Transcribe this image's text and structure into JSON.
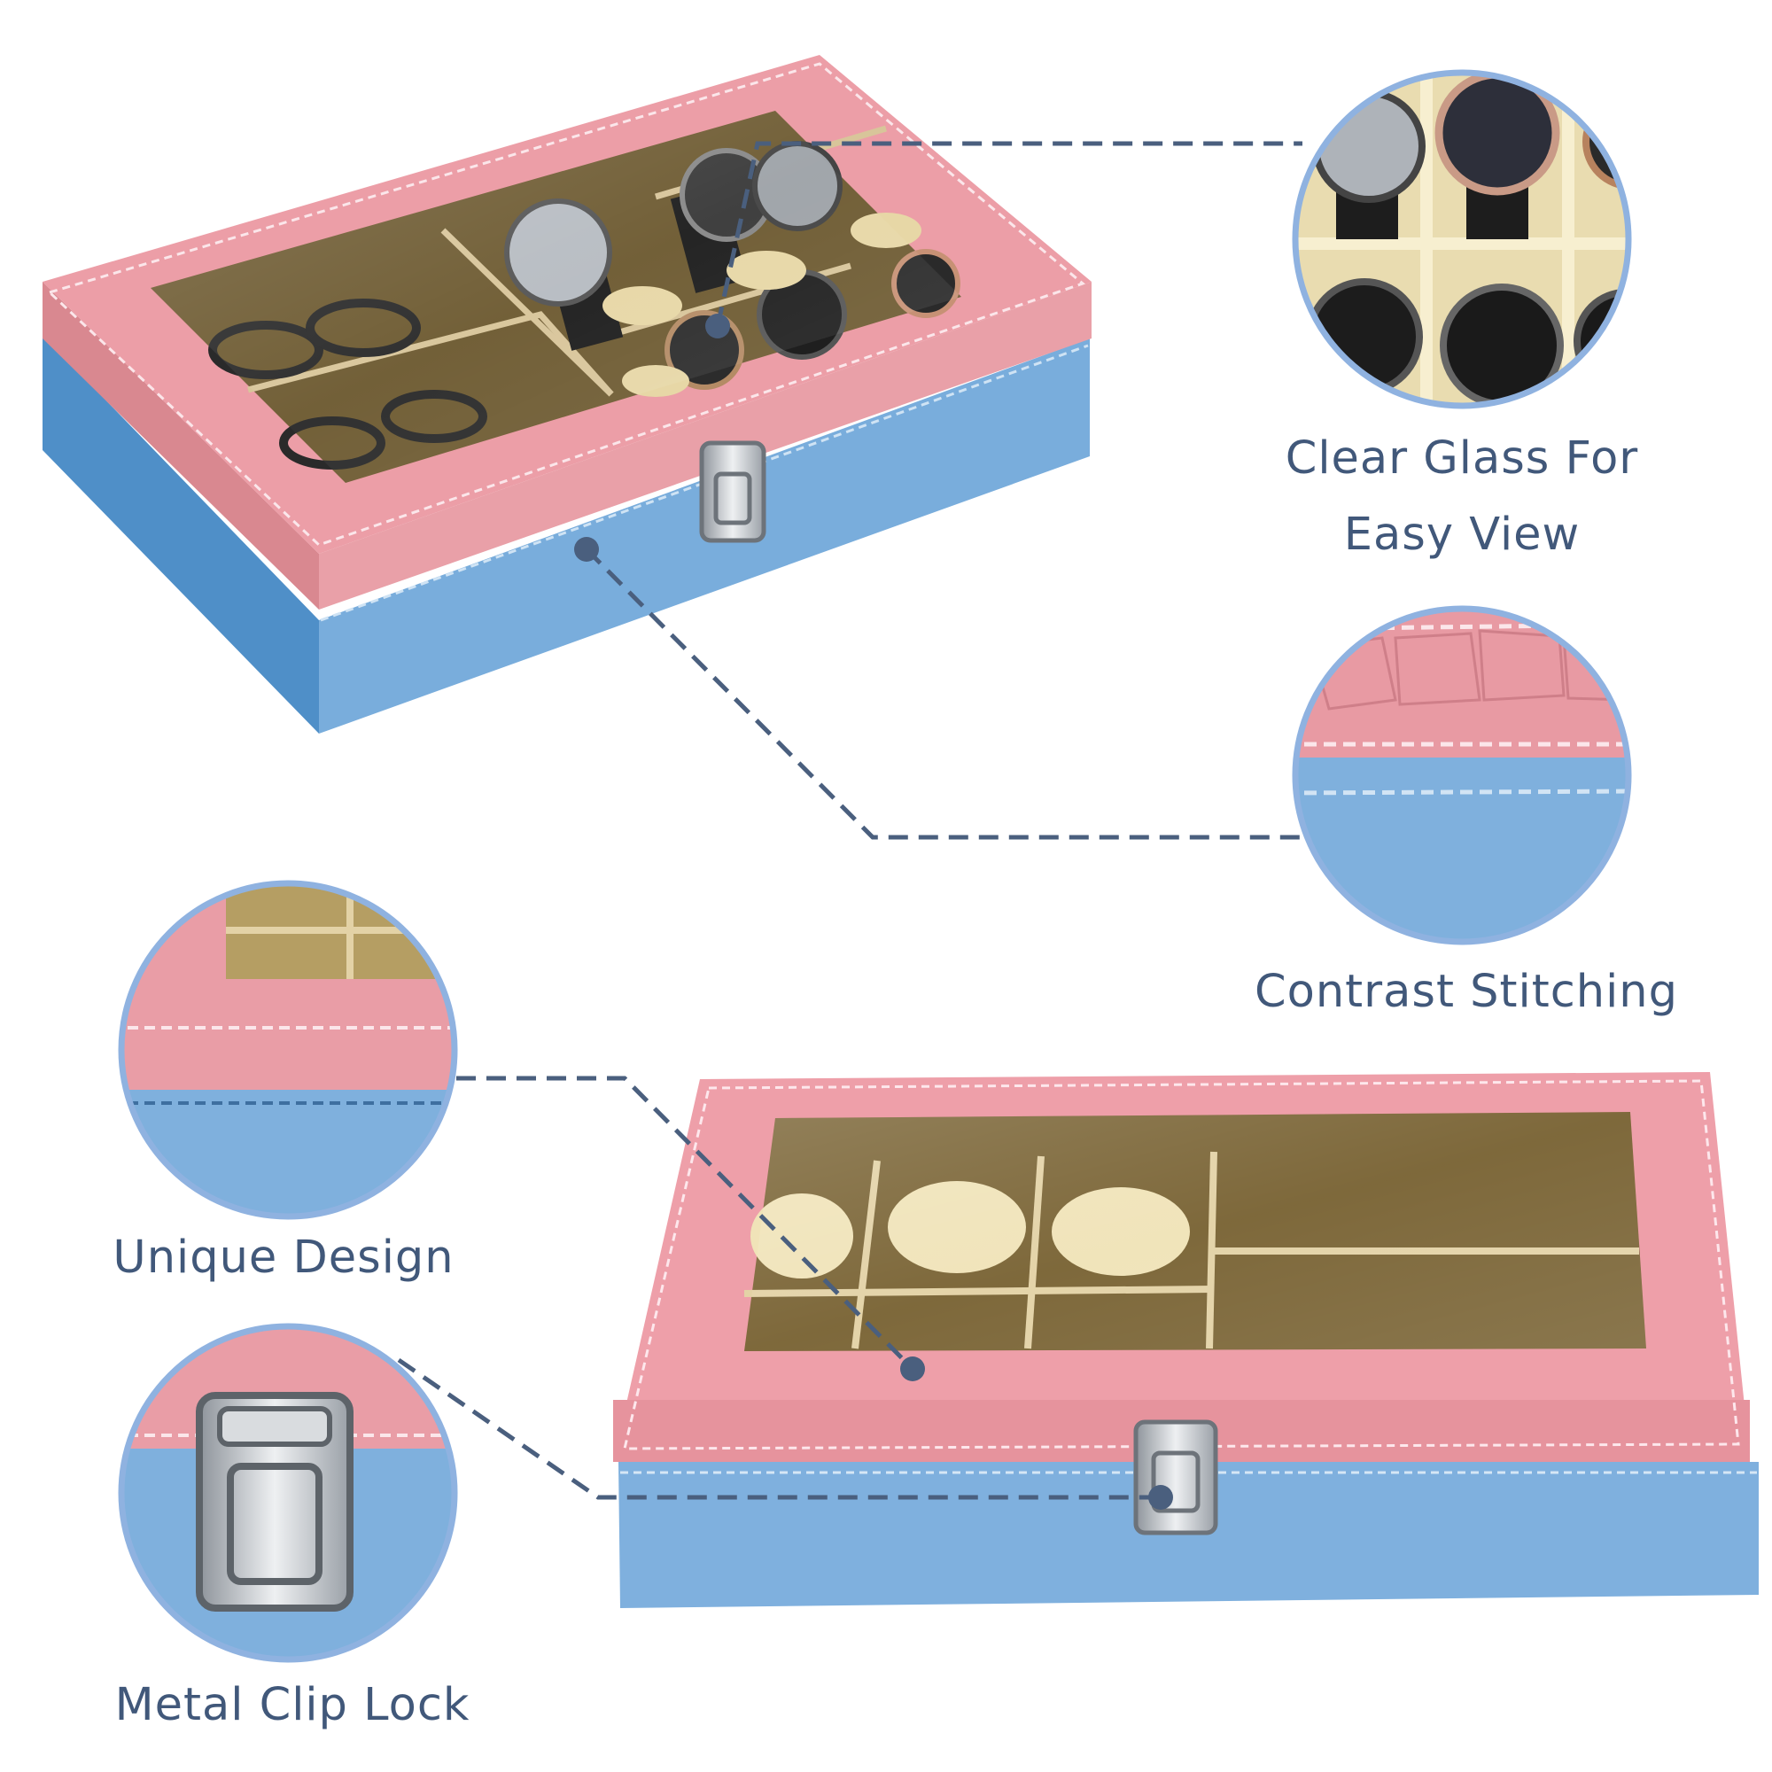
{
  "features": {
    "clear_glass": {
      "line1": "Clear Glass For",
      "line2": "Easy View"
    },
    "contrast_stitching": {
      "label": "Contrast Stitching"
    },
    "unique_design": {
      "label": "Unique Design"
    },
    "metal_clip_lock": {
      "label": "Metal Clip Lock"
    }
  },
  "colors": {
    "lid_pink": "#e89aa3",
    "base_blue": "#7fb0dd",
    "caption_text": "#41587a",
    "callout_line": "#4a5f7e",
    "circle_border": "#8fb2e0",
    "velvet_tan": "#b89f63",
    "cushion_cream": "#efe3b5",
    "clasp_silver": "#cfd3d8"
  }
}
